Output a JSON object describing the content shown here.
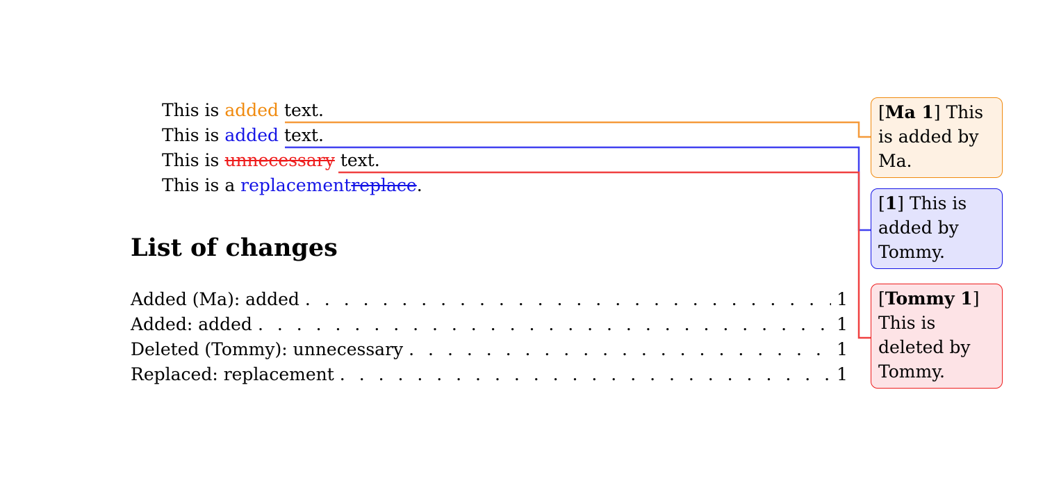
{
  "body": {
    "line1": {
      "prefix": "This is ",
      "added": "added",
      "suffix": " text."
    },
    "line2": {
      "prefix": "This is ",
      "added": "added",
      "suffix": " text."
    },
    "line3": {
      "prefix": "This is ",
      "deleted": "unnecessary",
      "suffix": " text."
    },
    "line4": {
      "prefix": "This is a ",
      "replacement": "replacement",
      "replaced": "replace",
      "suffix": "."
    }
  },
  "list_of_changes": {
    "heading": "List of changes",
    "rows": [
      {
        "label": "Added (Ma): added",
        "page": "1"
      },
      {
        "label": "Added: added",
        "page": "1"
      },
      {
        "label": "Deleted (Tommy): unnecessary",
        "page": "1"
      },
      {
        "label": "Replaced: replacement",
        "page": "1"
      }
    ]
  },
  "notes": {
    "ma": {
      "tag_open": "[",
      "tag": "Ma 1",
      "tag_close": "]",
      "text": " This is added by Ma."
    },
    "tommy_add": {
      "tag_open": "[",
      "tag": "1",
      "tag_close": "]",
      "text": " This is added by Tommy."
    },
    "tommy_del": {
      "tag_open": "[",
      "tag": "Tommy 1",
      "tag_close": "]",
      "text": " This is deleted by Tommy."
    }
  },
  "colors": {
    "ma": "#f08a0e",
    "tommy_add": "#1414e6",
    "tommy_del": "#ee1c1c"
  }
}
